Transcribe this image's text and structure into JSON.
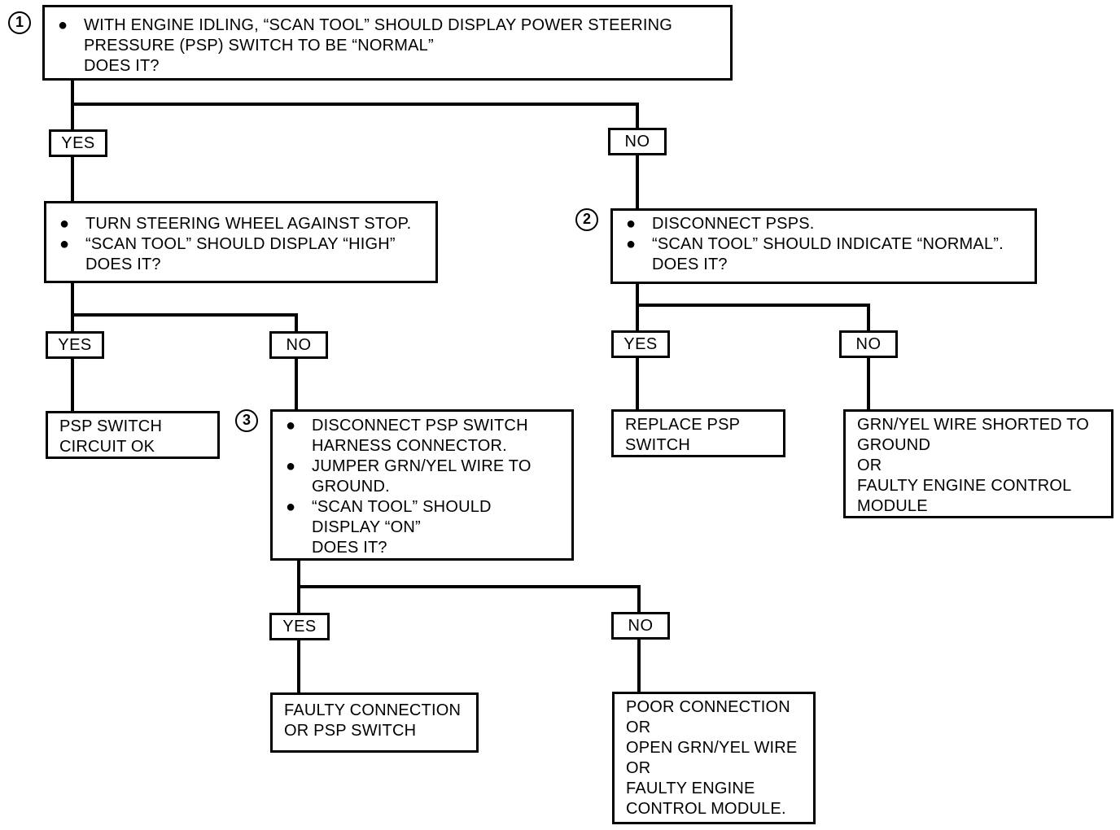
{
  "step1": {
    "number": "1",
    "lines": [
      "WITH ENGINE IDLING, “SCAN TOOL” SHOULD DISPLAY POWER STEERING",
      "PRESSURE (PSP) SWITCH TO BE “NORMAL”",
      "DOES IT?"
    ]
  },
  "step1_yes": {
    "label": "YES",
    "lines": [
      "TURN STEERING WHEEL AGAINST STOP.",
      "“SCAN TOOL” SHOULD DISPLAY “HIGH”",
      "DOES IT?"
    ],
    "yes_label": "YES",
    "yes_result": [
      "PSP SWITCH",
      "CIRCUIT OK"
    ],
    "no_label": "NO"
  },
  "step3": {
    "number": "3",
    "lines": [
      "DISCONNECT PSP SWITCH",
      "HARNESS CONNECTOR.",
      "JUMPER GRN/YEL WIRE TO",
      "GROUND.",
      "“SCAN TOOL” SHOULD",
      "DISPLAY “ON”",
      "DOES IT?"
    ],
    "yes_label": "YES",
    "yes_result": [
      "FAULTY CONNECTION",
      "OR PSP SWITCH"
    ],
    "no_label": "NO",
    "no_result": [
      "POOR CONNECTION",
      "OR",
      "OPEN GRN/YEL WIRE",
      "OR",
      "FAULTY ENGINE",
      "CONTROL MODULE."
    ]
  },
  "step2": {
    "number": "2",
    "no_label": "NO",
    "lines": [
      "DISCONNECT PSPS.",
      "“SCAN TOOL” SHOULD INDICATE “NORMAL”.",
      "DOES IT?"
    ],
    "yes_label": "YES",
    "yes_result": [
      "REPLACE PSP",
      "SWITCH"
    ],
    "no2_label": "NO",
    "no_result": [
      "GRN/YEL WIRE SHORTED TO",
      "GROUND",
      "OR",
      "FAULTY ENGINE CONTROL",
      "MODULE"
    ]
  },
  "bullet_glyph": "●"
}
